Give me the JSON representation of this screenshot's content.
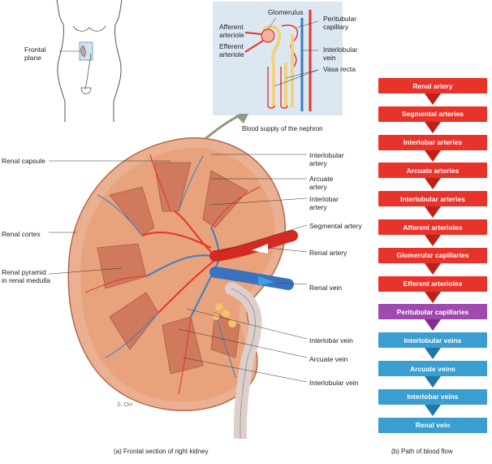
{
  "body_figure": {
    "label_line1": "Frontal",
    "label_line2": "plane"
  },
  "nephron_inset": {
    "glomerulus": "Glomerulus",
    "afferent_1": "Afferent",
    "afferent_2": "arteriole",
    "efferent_1": "Efferent",
    "efferent_2": "arteriole",
    "peritubular_1": "Peritubular",
    "peritubular_2": "capillary",
    "interlobular_1": "Interlobular",
    "interlobular_2": "vein",
    "vasa_recta": "Vasa recta",
    "caption": "Blood supply of the nephron"
  },
  "kidney_labels": {
    "renal_capsule": "Renal capsule",
    "renal_cortex": "Renal cortex",
    "renal_pyramid_1": "Renal pyramid",
    "renal_pyramid_2": "in renal medulla",
    "interlobular_artery_1": "Interlobular",
    "interlobular_artery_2": "artery",
    "arcuate_artery_1": "Arcuate",
    "arcuate_artery_2": "artery",
    "interlobar_artery_1": "Interlobar",
    "interlobar_artery_2": "artery",
    "segmental_artery": "Segmental artery",
    "renal_artery": "Renal artery",
    "renal_vein": "Renal vein",
    "interlobar_vein": "Interlobar vein",
    "arcuate_vein": "Arcuate vein",
    "interlobular_vein": "Interlobular vein",
    "signature": "S. OH"
  },
  "captions": {
    "a": "(a) Frontal section of right kidney",
    "b": "(b) Path of blood flow"
  },
  "flow": [
    {
      "label": "Renal artery",
      "type": "artery"
    },
    {
      "label": "Segmental arteries",
      "type": "artery"
    },
    {
      "label": "Interlobar arteries",
      "type": "artery"
    },
    {
      "label": "Arcuate arteries",
      "type": "artery"
    },
    {
      "label": "Interlobular arteries",
      "type": "artery"
    },
    {
      "label": "Afferent arterioles",
      "type": "artery"
    },
    {
      "label": "Glomerular capillaries",
      "type": "artery"
    },
    {
      "label": "Efferent arterioles",
      "type": "artery"
    },
    {
      "label": "Peritubular capillaries",
      "type": "capillary"
    },
    {
      "label": "Interlobular veins",
      "type": "vein"
    },
    {
      "label": "Arcuate veins",
      "type": "vein"
    },
    {
      "label": "Interlobar veins",
      "type": "vein"
    },
    {
      "label": "Renal vein",
      "type": "vein"
    }
  ],
  "colors": {
    "artery": "#e8332a",
    "capillary": "#a04ab0",
    "vein": "#3a9fd0",
    "artery_arrow": "#c0201a",
    "capillary_arrow": "#7e2f8e",
    "vein_arrow": "#1f78a8",
    "cortex": "#e8a27c",
    "pyramid": "#cf7a5d",
    "inset_bg": "#dbe7f1"
  }
}
